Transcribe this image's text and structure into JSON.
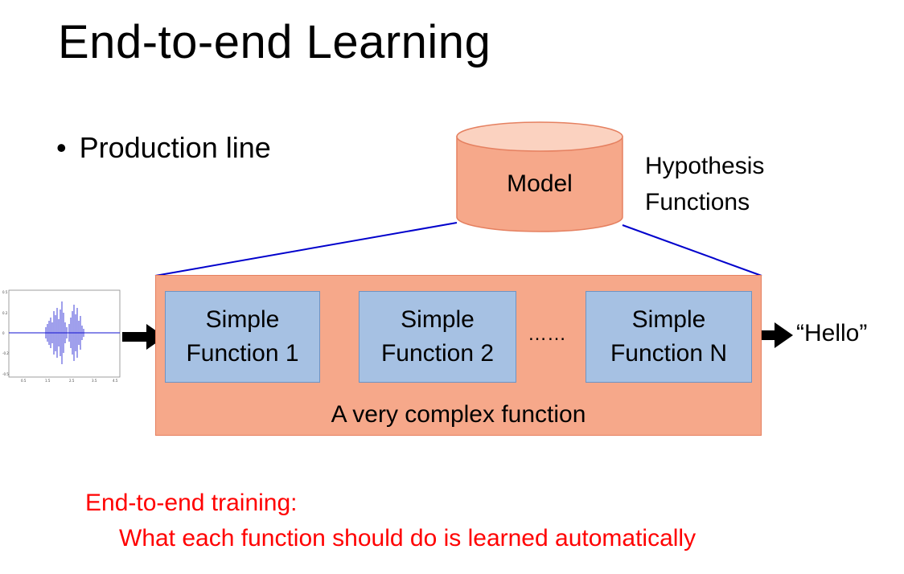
{
  "title": "End-to-end Learning",
  "bullet": {
    "marker": "•",
    "text": "Production line"
  },
  "model": {
    "label": "Model",
    "caption_line1": "Hypothesis",
    "caption_line2": "Functions"
  },
  "pipeline": {
    "outer_label": "A very complex function",
    "functions": [
      {
        "line1": "Simple",
        "line2": "Function 1"
      },
      {
        "line1": "Simple",
        "line2": "Function 2"
      },
      {
        "line1": "Simple",
        "line2": "Function N"
      }
    ],
    "ellipsis": "……",
    "output": "“Hello”"
  },
  "note": {
    "line1": "End-to-end training:",
    "line2": "What each function should do is learned automatically"
  },
  "colors": {
    "outer_fill": "#f6a88a",
    "function_fill": "#a6c1e3",
    "model_fill": "#f6a88a",
    "connector": "#0000cc",
    "note_text": "#ff0000",
    "waveform": "#1010d0"
  },
  "icons": {
    "input": "audio-waveform-icon",
    "arrow": "right-arrow-icon"
  }
}
